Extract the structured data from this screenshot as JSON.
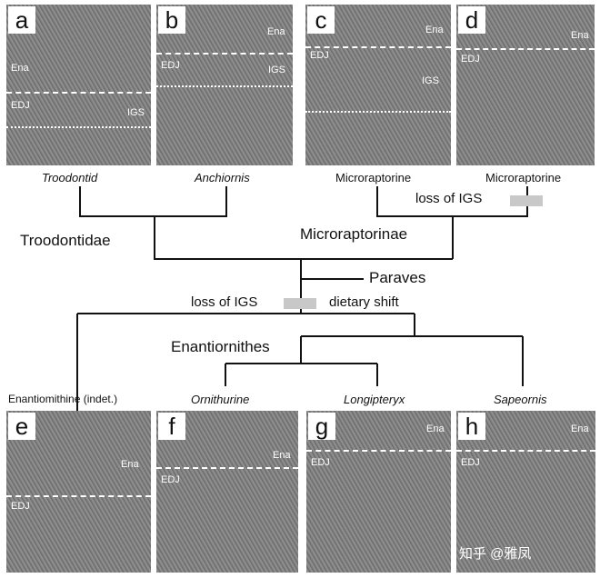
{
  "panels": [
    {
      "letter": "a",
      "labels": {
        "ena": "Ena",
        "edj": "EDJ",
        "igs": "IGS"
      },
      "taxon": "Troodontid"
    },
    {
      "letter": "b",
      "labels": {
        "ena": "Ena",
        "edj": "EDJ",
        "igs": "IGS"
      },
      "taxon": "Anchiornis"
    },
    {
      "letter": "c",
      "labels": {
        "ena": "Ena",
        "edj": "EDJ",
        "igs": "IGS"
      },
      "taxon": "Microraptorine"
    },
    {
      "letter": "d",
      "labels": {
        "ena": "Ena",
        "edj": "EDJ"
      },
      "taxon": "Microraptorine"
    },
    {
      "letter": "e",
      "labels": {
        "ena": "Ena",
        "edj": "EDJ"
      },
      "taxon": "Enantiomithine (indet.)"
    },
    {
      "letter": "f",
      "labels": {
        "ena": "Ena",
        "edj": "EDJ"
      },
      "taxon": "Ornithurine"
    },
    {
      "letter": "g",
      "labels": {
        "ena": "Ena",
        "edj": "EDJ"
      },
      "taxon": "Longipteryx"
    },
    {
      "letter": "h",
      "labels": {
        "ena": "Ena",
        "edj": "EDJ"
      },
      "taxon": "Sapeornis"
    }
  ],
  "tree": {
    "troodontidae": "Troodontidae",
    "microraptorinae": "Microraptorinae",
    "paraves": "Paraves",
    "loss_igs_1": "loss of IGS",
    "loss_igs_2": "loss of IGS",
    "dietary": "dietary shift",
    "enantiornithes": "Enantiornithes"
  },
  "watermark": "知乎 @雅凤"
}
